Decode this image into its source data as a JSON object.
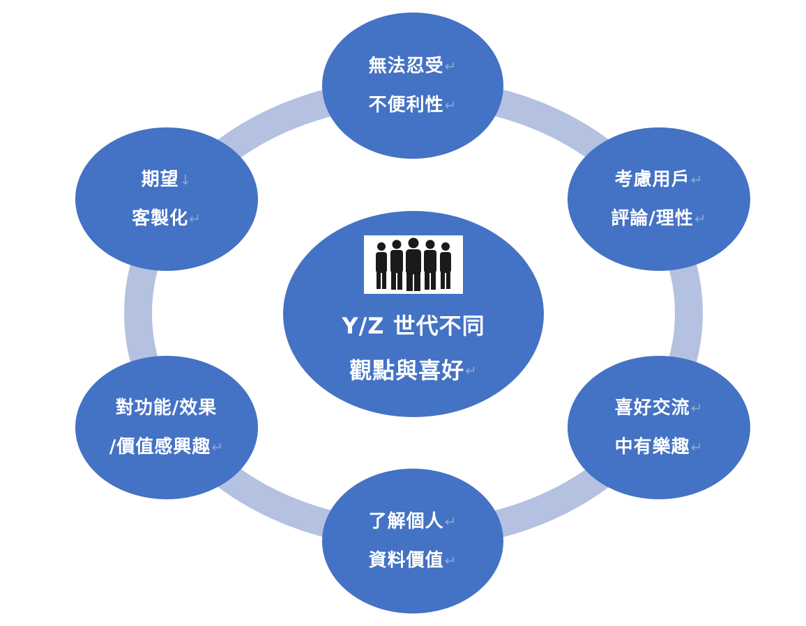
{
  "colors": {
    "node_fill": "#4472c4",
    "ring": "#b4c1e0",
    "text": "#ffffff",
    "return_mark": "#8fa6cf"
  },
  "center": {
    "icon": "group-of-people-icon",
    "line1": "Y/Z 世代不同",
    "line2": "觀點與喜好",
    "line2_mark": "↵"
  },
  "nodes": [
    {
      "id": "top",
      "line1": "無法忍受",
      "mark1": "↵",
      "line2": "不便利性",
      "mark2": "↵"
    },
    {
      "id": "upper-right",
      "line1": "考慮用戶",
      "mark1": "↵",
      "line2": "評論/理性",
      "mark2": "↵"
    },
    {
      "id": "lower-right",
      "line1": "喜好交流",
      "mark1": "↵",
      "line2": "中有樂趣",
      "mark2": "↵"
    },
    {
      "id": "bottom",
      "line1": "了解個人",
      "mark1": "↵",
      "line2": "資料價值",
      "mark2": "↵"
    },
    {
      "id": "lower-left",
      "line1": "對功能/效果",
      "mark1": "",
      "line2": "/價值感興趣",
      "mark2": "↵"
    },
    {
      "id": "upper-left",
      "line1": "期望",
      "mark1": "↓",
      "line2": "客製化",
      "mark2": "↵"
    }
  ]
}
